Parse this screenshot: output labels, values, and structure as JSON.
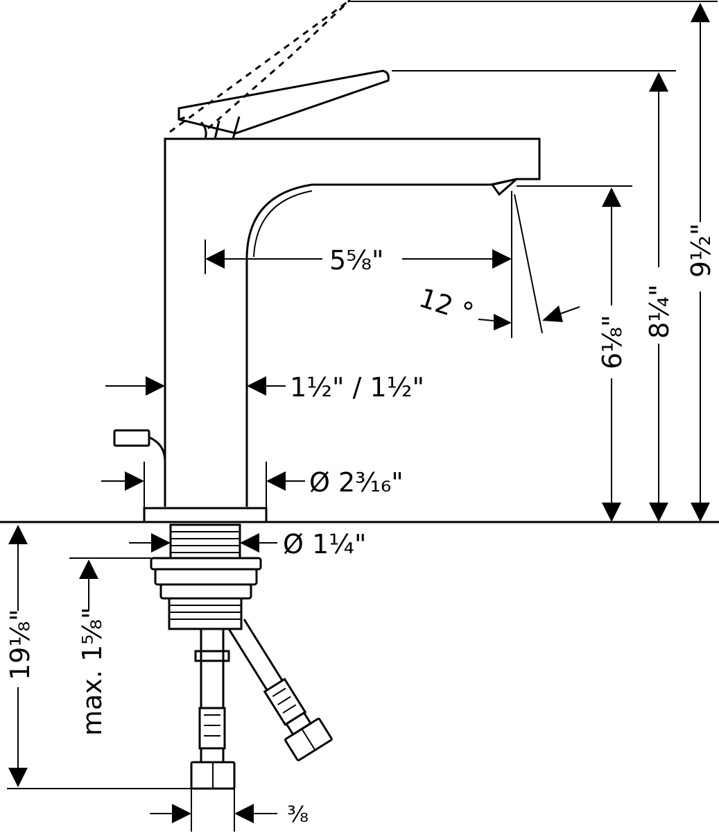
{
  "dimensions": {
    "spout_reach": "5⁵⁄₈\"",
    "spray_angle": "12 °",
    "body_width": "1½\" / 1½\"",
    "base_diameter": "Ø 2³⁄₁₆\"",
    "shank_diameter": "Ø 1¼\"",
    "spout_height": "6⅛\"",
    "lever_height": "8¼\"",
    "overall_height": "9½\"",
    "hose_length": "19⅛\"",
    "max_deck_thickness": "max. 1⁵⁄₈\"",
    "hose_connection": "³⁄₈"
  },
  "colors": {
    "line": "#000000",
    "background": "#ffffff"
  }
}
